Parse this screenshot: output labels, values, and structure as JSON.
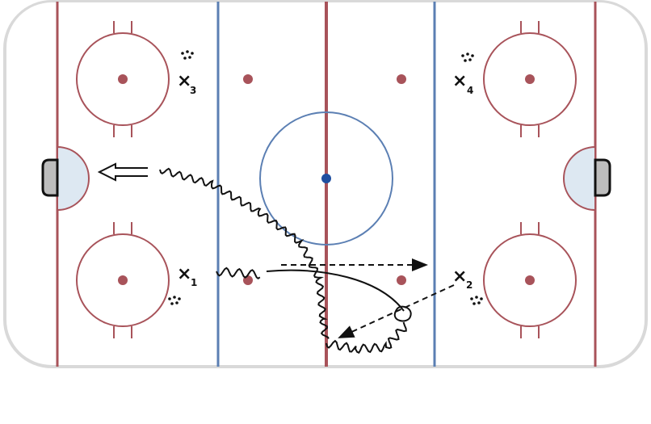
{
  "colors": {
    "boards": "#d9d9d9",
    "ice": "#ffffff",
    "red_line": "#a8535a",
    "blue_line": "#5b7fb3",
    "center_dot": "#1f4fa0",
    "crease_fill": "#dde8f2",
    "net_fill": "#bdbdbd",
    "drill_ink": "#111111"
  },
  "players": [
    {
      "id": "x1",
      "symbol": "×",
      "number": "1"
    },
    {
      "id": "x2",
      "symbol": "×",
      "number": "2"
    },
    {
      "id": "x3",
      "symbol": "×",
      "number": "3"
    },
    {
      "id": "x4",
      "symbol": "×",
      "number": "4"
    }
  ],
  "icons": {
    "net": "hockey-net-icon",
    "puck_pile": "puck-pile-icon",
    "arrow_shot": "hollow-arrow-icon"
  },
  "drill": {
    "elements": [
      "skating-path",
      "pass",
      "shot",
      "pivot"
    ]
  }
}
